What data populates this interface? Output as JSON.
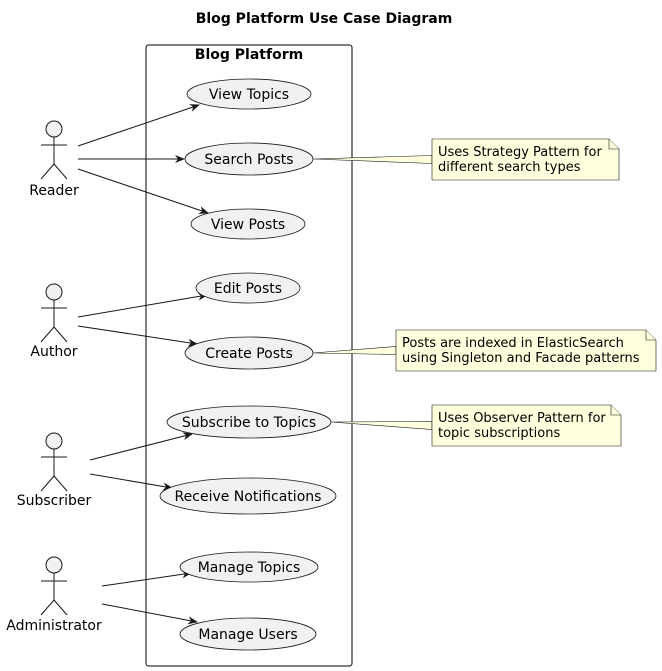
{
  "diagram": {
    "title": "Blog Platform Use Case Diagram",
    "boundary_title": "Blog Platform",
    "actors": [
      {
        "id": "reader",
        "label": "Reader"
      },
      {
        "id": "author",
        "label": "Author"
      },
      {
        "id": "subscriber",
        "label": "Subscriber"
      },
      {
        "id": "administrator",
        "label": "Administrator"
      }
    ],
    "use_cases": [
      {
        "id": "view-topics",
        "label": "View Topics"
      },
      {
        "id": "search-posts",
        "label": "Search Posts"
      },
      {
        "id": "view-posts",
        "label": "View Posts"
      },
      {
        "id": "edit-posts",
        "label": "Edit Posts"
      },
      {
        "id": "create-posts",
        "label": "Create Posts"
      },
      {
        "id": "subscribe-to-topics",
        "label": "Subscribe to Topics"
      },
      {
        "id": "receive-notifications",
        "label": "Receive Notifications"
      },
      {
        "id": "manage-topics",
        "label": "Manage Topics"
      },
      {
        "id": "manage-users",
        "label": "Manage Users"
      }
    ],
    "associations": [
      {
        "from": "reader",
        "to": "view-topics"
      },
      {
        "from": "reader",
        "to": "search-posts"
      },
      {
        "from": "reader",
        "to": "view-posts"
      },
      {
        "from": "author",
        "to": "edit-posts"
      },
      {
        "from": "author",
        "to": "create-posts"
      },
      {
        "from": "subscriber",
        "to": "subscribe-to-topics"
      },
      {
        "from": "subscriber",
        "to": "receive-notifications"
      },
      {
        "from": "administrator",
        "to": "manage-topics"
      },
      {
        "from": "administrator",
        "to": "manage-users"
      }
    ],
    "notes": [
      {
        "id": "strategy",
        "attached_to": "search-posts",
        "lines": [
          "Uses Strategy Pattern for",
          "different search types"
        ]
      },
      {
        "id": "elastic",
        "attached_to": "create-posts",
        "lines": [
          "Posts are indexed in ElasticSearch",
          "using Singleton and Facade patterns"
        ]
      },
      {
        "id": "observer",
        "attached_to": "subscribe-to-topics",
        "lines": [
          "Uses Observer Pattern for",
          "topic subscriptions"
        ]
      }
    ],
    "colors": {
      "use_case_fill": "#f1f1f1",
      "note_fill": "#ffffdd",
      "stroke": "#181818"
    }
  }
}
